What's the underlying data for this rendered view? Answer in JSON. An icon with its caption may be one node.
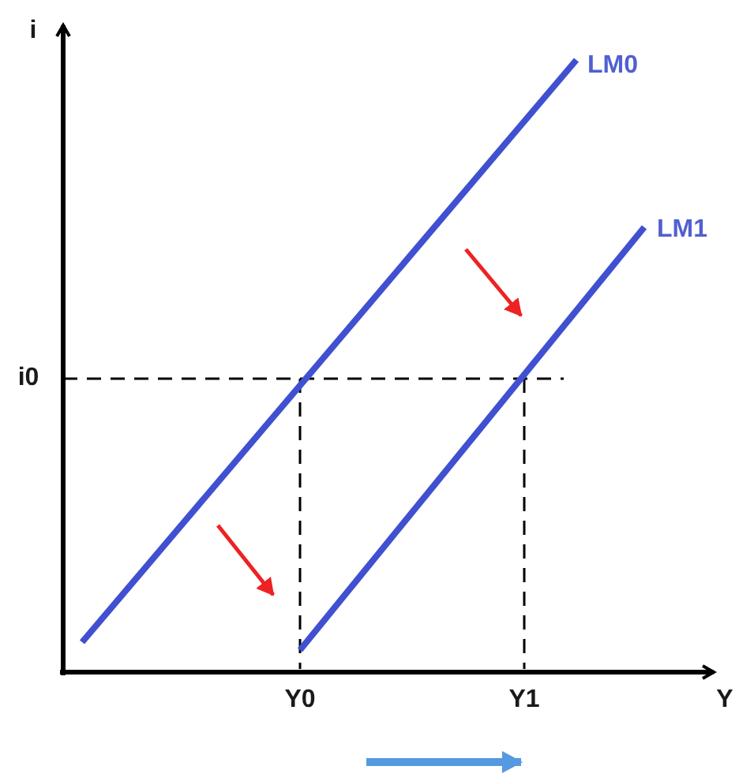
{
  "diagram": {
    "labels": [
      "i",
      "LM0",
      "LM1",
      "i0",
      "Y0",
      "Y1",
      "Y"
    ]
  }
}
